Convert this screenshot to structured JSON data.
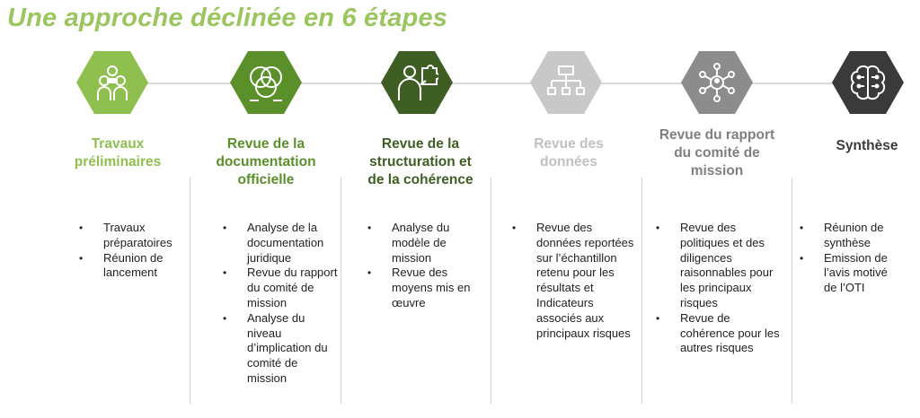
{
  "title": "Une approche déclinée en 6 étapes",
  "colors": {
    "title": "#9bc55f",
    "step1": "#8fc04f",
    "step2": "#5b8f2a",
    "step3": "#3e5e23",
    "step4": "#c8c8c8",
    "step5": "#8c8c8c",
    "step6": "#3a3a3a"
  },
  "steps": [
    {
      "icon": "team-binoculars-icon",
      "title": "Travaux\npréliminaires",
      "bullets": [
        "Travaux préparatoires",
        "Réunion de lancement"
      ]
    },
    {
      "icon": "overlapping-circles-icon",
      "title": "Revue de la\ndocumentation\nofficielle",
      "bullets": [
        "Analyse de la documentation juridique",
        "Revue du rapport du comité de mission",
        "Analyse du niveau d’implication du comité de mission"
      ]
    },
    {
      "icon": "person-puzzle-icon",
      "title": "Revue de la\nstructuration et\nde la cohérence",
      "bullets": [
        "Analyse du modèle de mission",
        "Revue des moyens mis en œuvre"
      ]
    },
    {
      "icon": "hierarchy-chart-icon",
      "title": "Revue des\ndonnées",
      "bullets": [
        "Revue des données reportées sur l’échantillon retenu pour les résultats et Indicateurs associés aux principaux risques"
      ]
    },
    {
      "icon": "network-person-icon",
      "title": "Revue du rapport\ndu comité de\nmission",
      "bullets": [
        "Revue des politiques et des diligences raisonnables pour les principaux risques",
        "Revue de cohérence pour les autres risques"
      ]
    },
    {
      "icon": "brain-circuit-icon",
      "title": "Synthèse",
      "bullets": [
        "Réunion de synthèse",
        "Emission de l’avis motivé de l’OTI"
      ]
    }
  ]
}
